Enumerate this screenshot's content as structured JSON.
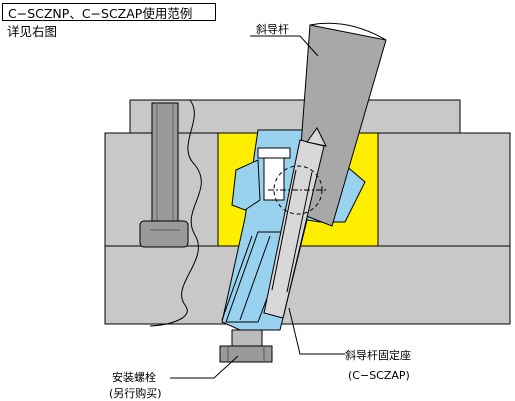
{
  "header": {
    "title": "C−SCZNP、C−SCZAP使用范例",
    "subtitle": "详见右图"
  },
  "labels": {
    "angle_pin": "斜导杆",
    "bolt_line1": "安装螺栓",
    "bolt_line2": "(另行购买)",
    "fixing_seat_line1": "斜导杆固定座",
    "fixing_seat_line2": "(C−SCZAP)"
  },
  "colors": {
    "plate_gray": "#c8c8c8",
    "plate_dark": "#b4b4b4",
    "slider_yellow": "#ffee00",
    "seat_blue": "#99d2ee",
    "pin_gray": "#9a9a9a",
    "outline": "#000000"
  }
}
